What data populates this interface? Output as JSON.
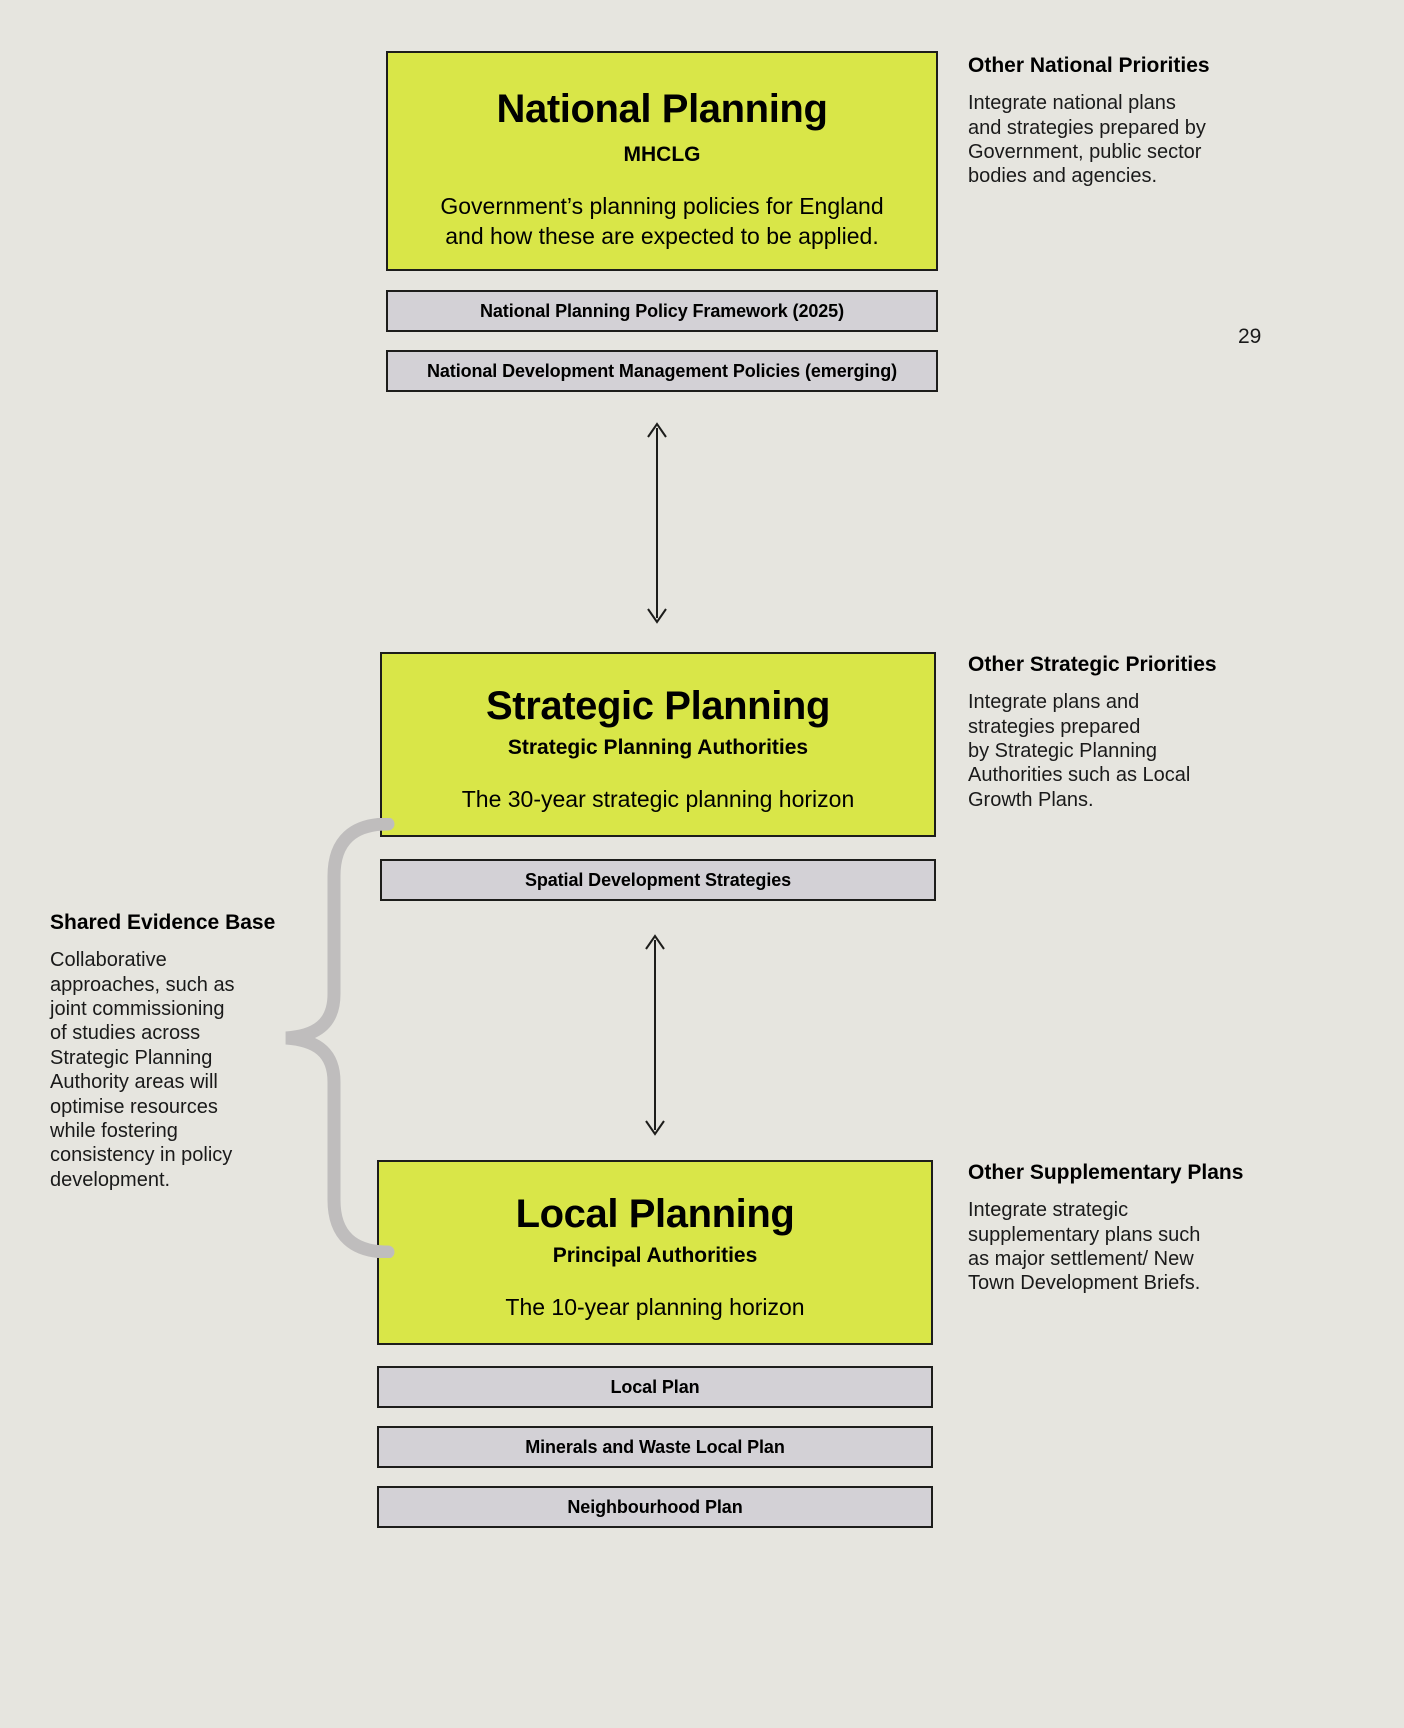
{
  "page": {
    "number": "29",
    "background_color": "#e6e5df",
    "accent_color": "#d9e648",
    "bar_color": "#d3d1d6",
    "connector_color": "#bfbdbd"
  },
  "stages": [
    {
      "id": "national",
      "title": "National Planning",
      "subtitle": "MHCLG",
      "description": "Government’s planning policies for England\nand how these are expected to be applied.",
      "bars": [
        "National Planning Policy Framework (2025)",
        "National Development Management Policies (emerging)"
      ]
    },
    {
      "id": "strategic",
      "title": "Strategic Planning",
      "subtitle": "Strategic Planning Authorities",
      "description": "The 30-year strategic planning horizon",
      "bars": [
        "Spatial Development Strategies"
      ]
    },
    {
      "id": "local",
      "title": "Local Planning",
      "subtitle": "Principal Authorities",
      "description": "The 10-year planning horizon",
      "bars": [
        "Local Plan",
        "Minerals and Waste Local Plan",
        "Neighbourhood Plan"
      ]
    }
  ],
  "notes_right": [
    {
      "id": "national-priorities",
      "title": "Other National Priorities",
      "body": "Integrate national plans\nand strategies prepared by\nGovernment, public sector\nbodies and agencies."
    },
    {
      "id": "strategic-priorities",
      "title": "Other Strategic Priorities",
      "body": "Integrate plans and\nstrategies prepared\nby Strategic Planning\nAuthorities such as Local\nGrowth Plans."
    },
    {
      "id": "supplementary-plans",
      "title": "Other Supplementary Plans",
      "body": "Integrate strategic\nsupplementary plans such\nas major settlement/ New\nTown Development Briefs."
    }
  ],
  "note_left": {
    "id": "shared-evidence-base",
    "title": "Shared Evidence Base",
    "body": "Collaborative\napproaches, such as\njoint commissioning\nof studies across\nStrategic Planning\nAuthority areas will\noptimise resources\nwhile fostering\nconsistency in policy\ndevelopment."
  }
}
